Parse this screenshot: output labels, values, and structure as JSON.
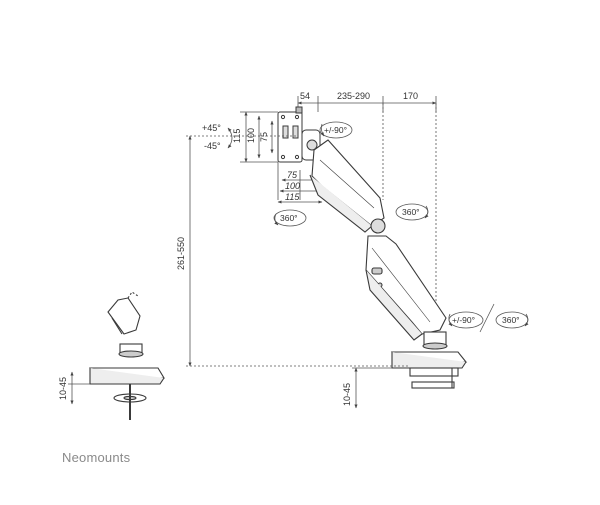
{
  "brand": "Neomounts",
  "dimensions": {
    "d54": "54",
    "d235_290": "235-290",
    "d170": "170",
    "vesa_v115": "115",
    "vesa_v100": "100",
    "vesa_v75": "75",
    "vesa_h75": "75",
    "vesa_h100": "100",
    "vesa_h115": "115",
    "height_range": "261-550",
    "desk_left": "10-45",
    "desk_right": "10-45"
  },
  "rotations": {
    "tilt_up": "+45°",
    "tilt_down": "-45°",
    "head_rotate": "+/-90°",
    "swivel_head": "360°",
    "swivel_arm": "360°",
    "base_rotate": "+/-90°",
    "base_swivel": "360°"
  },
  "colors": {
    "line": "#3a3a3a",
    "dimline": "#555555",
    "fill": "#ffffff",
    "shade": "#d9d9d9",
    "dark": "#9a9a9a"
  }
}
